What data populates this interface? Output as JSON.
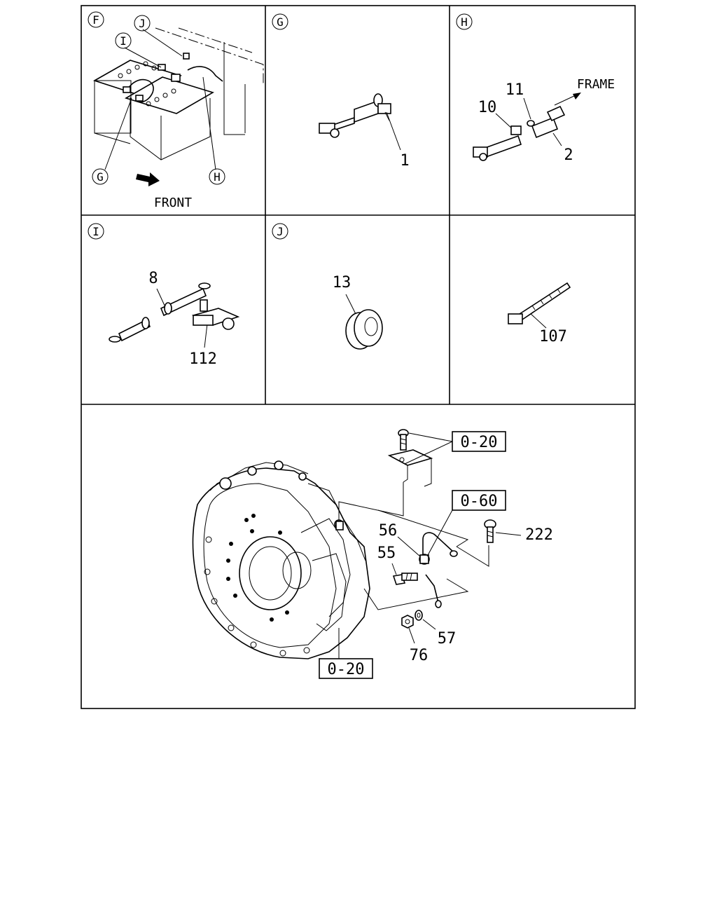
{
  "panels": {
    "F": {
      "letter": "F",
      "callouts": [
        "J",
        "I",
        "G",
        "H"
      ],
      "direction_label": "FRONT"
    },
    "G": {
      "letter": "G",
      "parts": [
        "1"
      ]
    },
    "H": {
      "letter": "H",
      "parts": [
        "11",
        "10",
        "2"
      ],
      "direction_label": "FRAME"
    },
    "I": {
      "letter": "I",
      "parts": [
        "8",
        "112"
      ]
    },
    "J": {
      "letter": "J",
      "parts": [
        "13"
      ]
    },
    "tie": {
      "parts": [
        "107"
      ]
    },
    "main": {
      "parts": [
        "56",
        "55",
        "222",
        "57",
        "76"
      ],
      "references": [
        "0-20",
        "0-60",
        "0-20"
      ]
    }
  }
}
